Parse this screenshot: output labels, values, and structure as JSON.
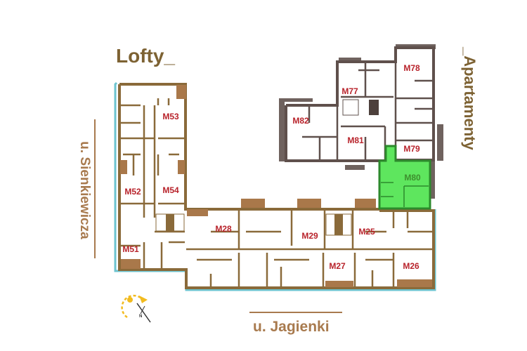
{
  "sections": {
    "lofts": "Lofty_",
    "apartments": "_Apartamenty"
  },
  "streets": {
    "west": "u. Sienkiewicza",
    "south": "u. Jagienki"
  },
  "compass": {
    "north_label": "N"
  },
  "apartments": {
    "M53": "M53",
    "M52": "M52",
    "M54": "M54",
    "M51": "M51",
    "M28": "M28",
    "M29": "M29",
    "M25": "M25",
    "M27": "M27",
    "M26": "M26",
    "M77": "M77",
    "M78": "M78",
    "M82": "M82",
    "M81": "M81",
    "M79": "M79",
    "M80": "M80"
  },
  "selected_apartment": "M80",
  "colors": {
    "wall": "#8a6a3a",
    "apartment_wall": "#5f504c",
    "street_frontage": "#6cc3cf",
    "selected": "#5ee65e",
    "label": "#b8232b"
  }
}
